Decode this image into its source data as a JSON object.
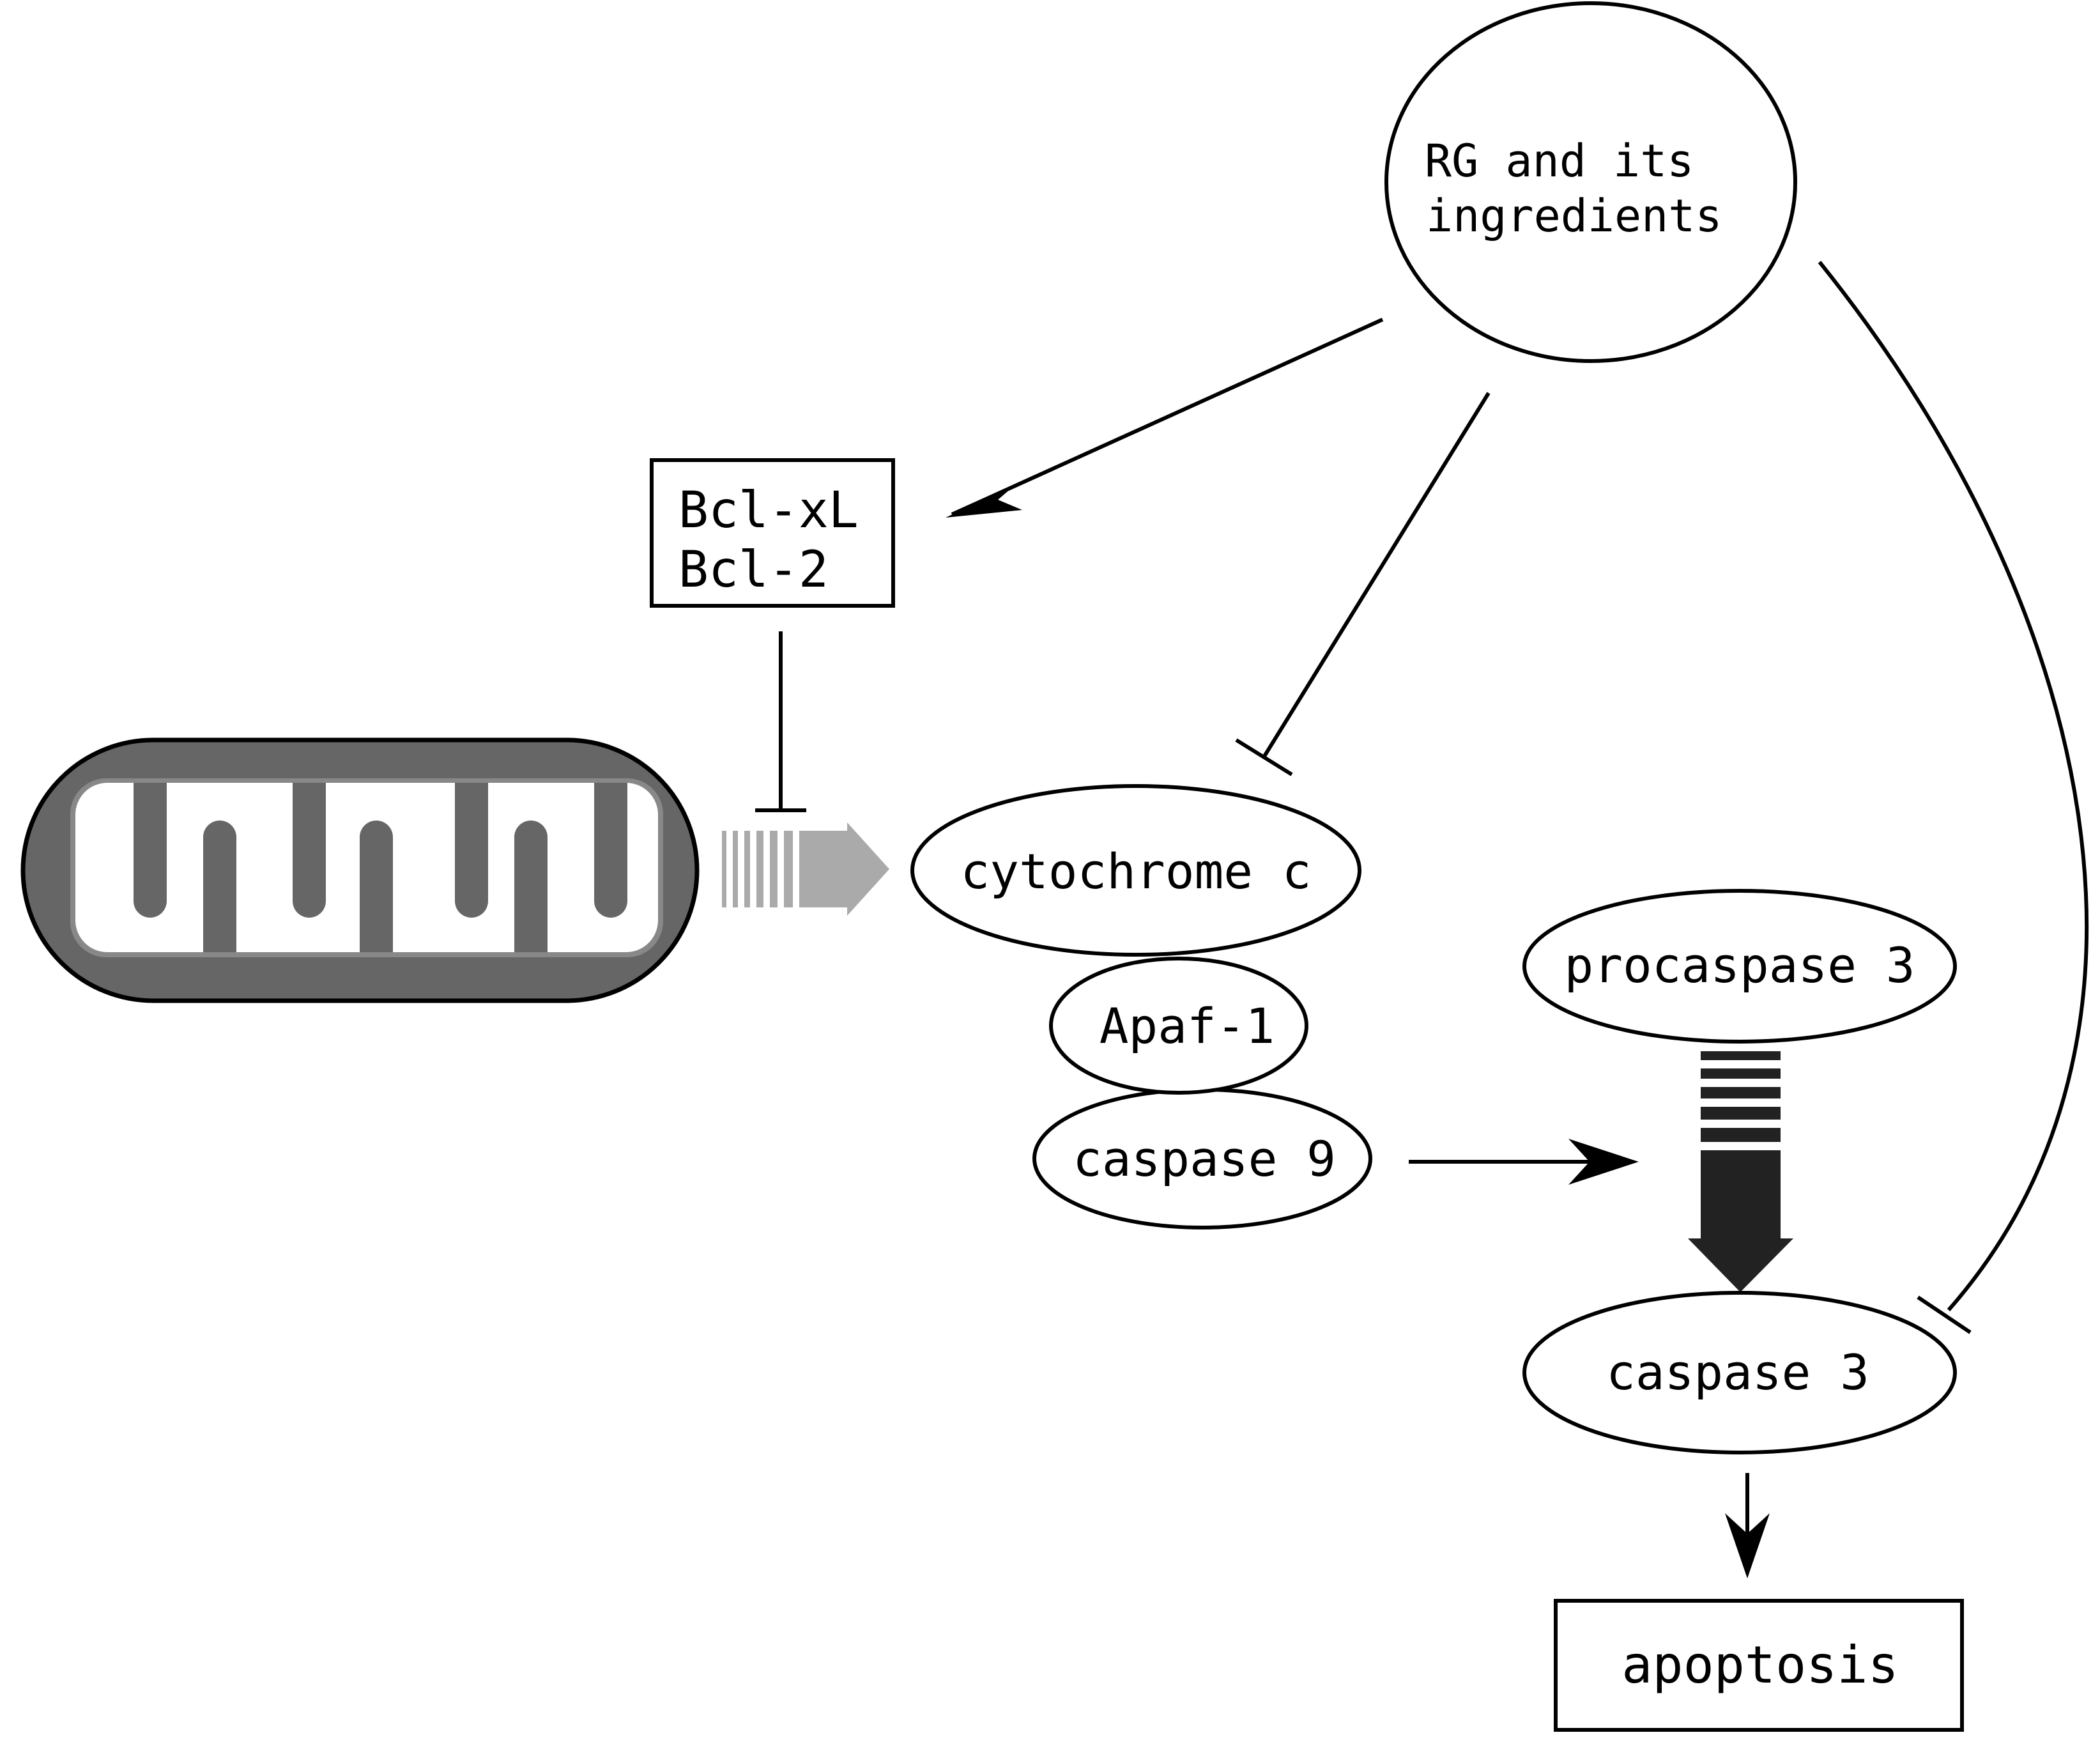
{
  "nodes": {
    "rg": {
      "line1": "RG and its",
      "line2": "ingredients"
    },
    "bcl": {
      "line1": "Bcl-xL",
      "line2": "Bcl-2"
    },
    "cytochrome": {
      "label": "cytochrome c"
    },
    "apaf": {
      "label": "Apaf-1"
    },
    "caspase9": {
      "label": "caspase 9"
    },
    "procaspase3": {
      "label": "procaspase 3"
    },
    "caspase3": {
      "label": "caspase 3"
    },
    "apoptosis": {
      "label": "apoptosis"
    }
  },
  "icons": {
    "organelle": "mitochondrion-icon",
    "release_arrow": "release-arrow",
    "cleavage_arrow": "cleavage-arrow"
  },
  "colors": {
    "line": "#000000",
    "mito_matrix": "#666666",
    "mito_rim": "#888888",
    "release_arrow": "#aaaaaa",
    "cleavage_arrow": "#222222"
  }
}
